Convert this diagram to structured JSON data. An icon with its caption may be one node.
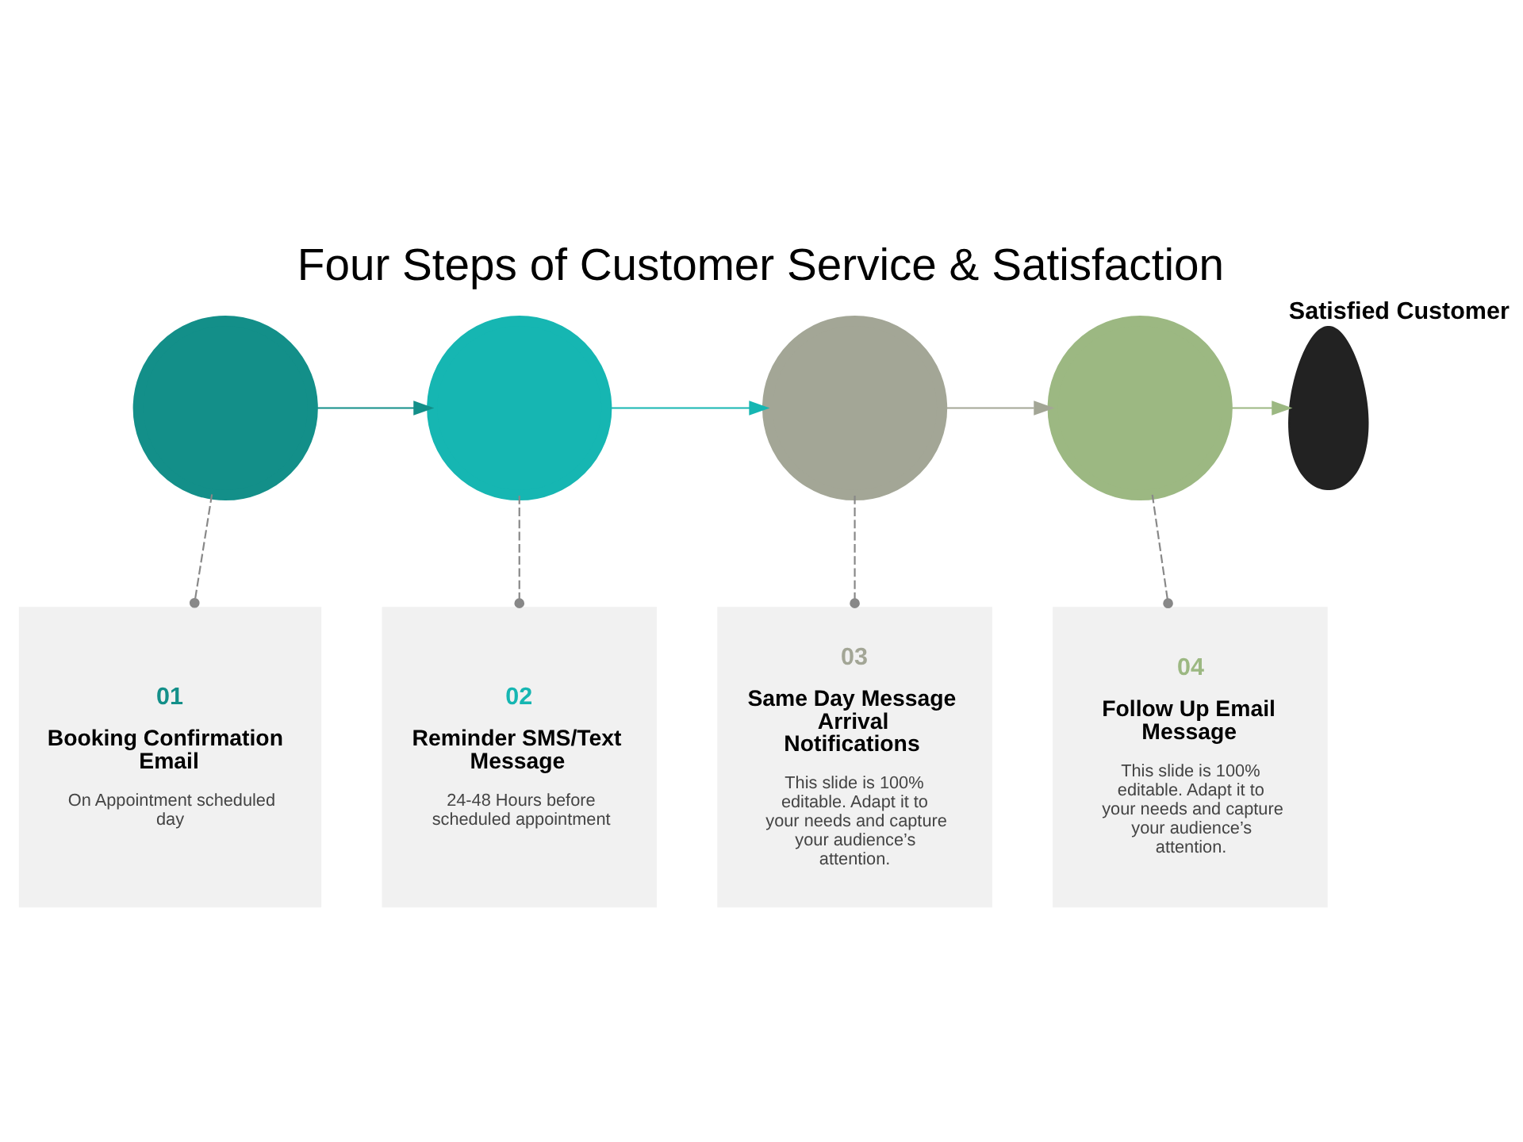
{
  "diagram": {
    "title": "Four Steps of Customer Service & Satisfaction",
    "nodes": [
      {
        "text": [],
        "shape": "circle"
      },
      {
        "text": [],
        "shape": "circle"
      },
      {
        "text": [],
        "shape": "circle"
      },
      {
        "text": [],
        "shape": "circle"
      },
      {
        "text": [],
        "shape": "person",
        "beside": [
          "Satisfied Customer"
        ]
      },
      {
        "text": [
          "01",
          "Booking Confirmation Email",
          "On Appointment scheduled day"
        ]
      },
      {
        "text": [
          "02",
          "Reminder SMS/Text Message",
          "24-48 Hours before scheduled appointment"
        ]
      },
      {
        "text": [
          "03",
          "Same Day Message Arrival Notifications",
          "This slide is 100% editable. Adapt it to your needs and capture your audience’s attention."
        ]
      },
      {
        "text": [
          "04",
          "Follow Up Email Message",
          "This slide is 100% editable. Adapt it to your needs and capture your audience’s attention."
        ]
      }
    ],
    "edges": [
      {
        "from": 0,
        "to": 1,
        "arrow": "to",
        "color": "#138f89"
      },
      {
        "from": 1,
        "to": 2,
        "arrow": "to",
        "color": "#16b6b2"
      },
      {
        "from": 2,
        "to": 3,
        "arrow": "to",
        "color": "#a3a696"
      },
      {
        "from": 3,
        "to": 4,
        "arrow": "to",
        "color": "#9cb882"
      },
      {
        "from": 0,
        "to": 5,
        "arrow": "other",
        "style": "dashed"
      },
      {
        "from": 1,
        "to": 6,
        "arrow": "other",
        "style": "dashed"
      },
      {
        "from": 2,
        "to": 7,
        "arrow": "other",
        "style": "dashed"
      },
      {
        "from": 3,
        "to": 8,
        "arrow": "other",
        "style": "dashed"
      }
    ]
  }
}
